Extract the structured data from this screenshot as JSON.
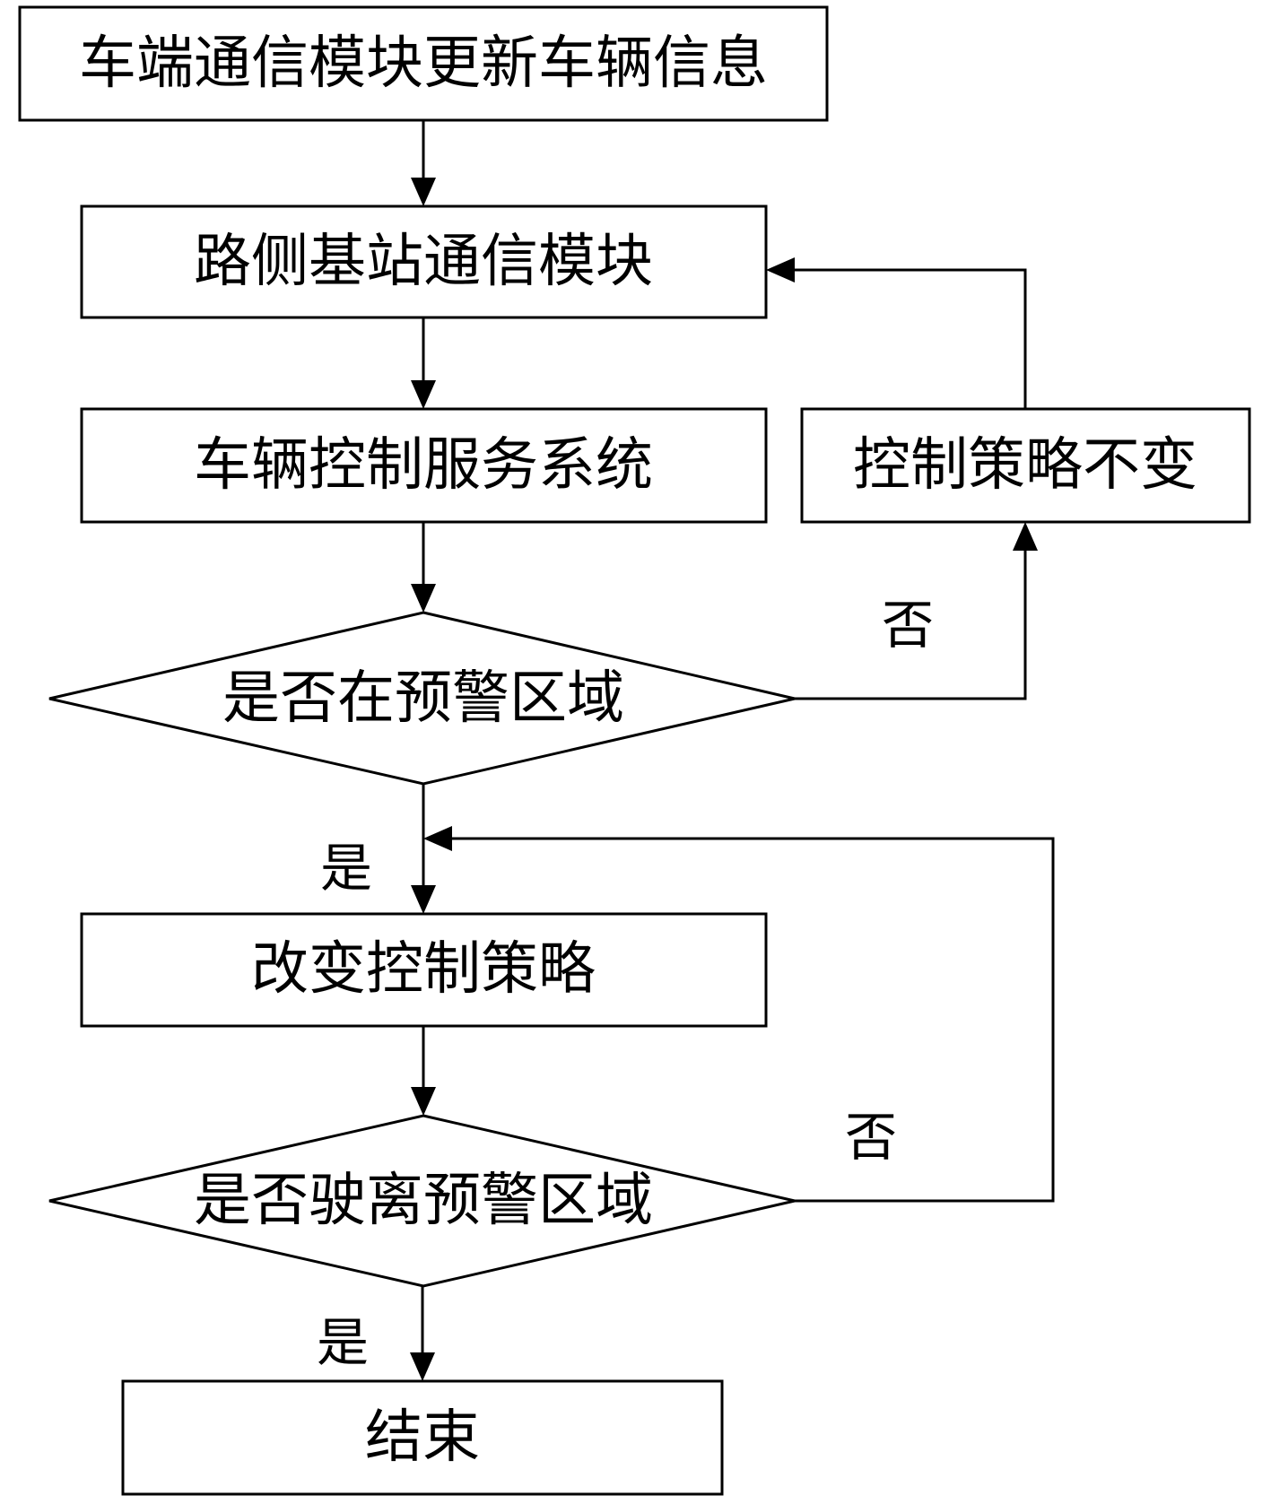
{
  "nodes": {
    "vehicle_update": "车端通信模块更新车辆信息",
    "roadside_comm": "路侧基站通信模块",
    "control_service": "车辆控制服务系统",
    "in_warning_zone": "是否在预警区域",
    "keep_strategy": "控制策略不变",
    "change_strategy": "改变控制策略",
    "leave_warning_zone": "是否驶离预警区域",
    "end": "结束"
  },
  "edge_labels": {
    "zone_no": "否",
    "zone_yes": "是",
    "leave_no": "否",
    "leave_yes": "是"
  }
}
